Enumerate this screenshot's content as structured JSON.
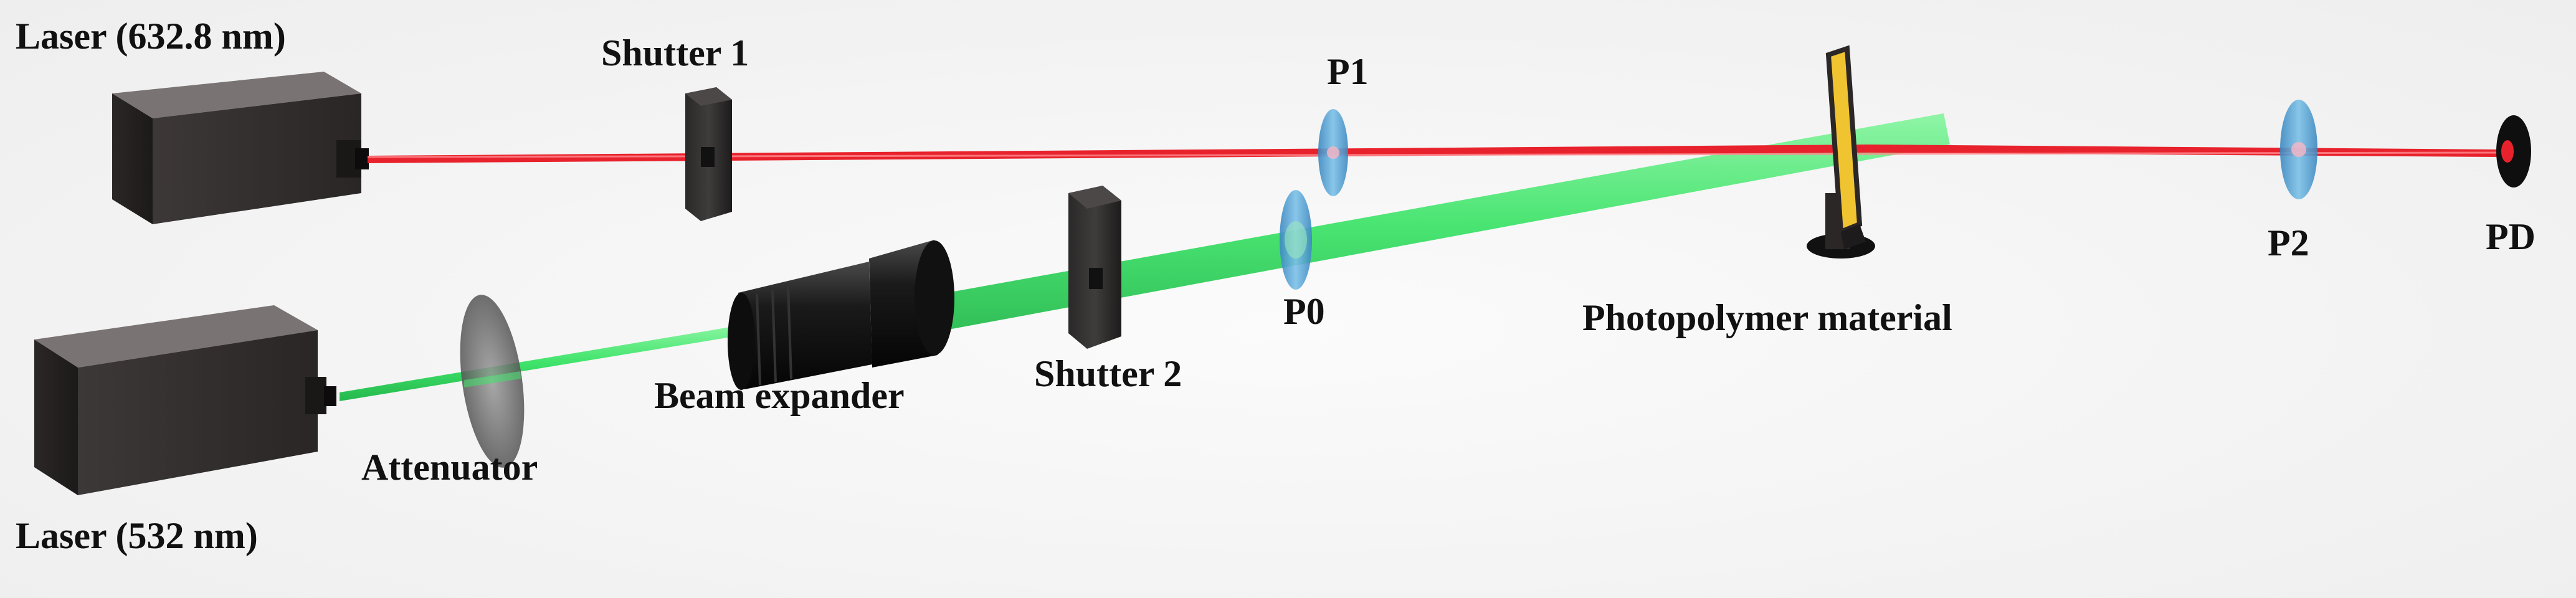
{
  "diagram": {
    "labels": {
      "laser_red": "Laser (632.8 nm)",
      "laser_green": "Laser (532 nm)",
      "shutter1": "Shutter 1",
      "shutter2": "Shutter 2",
      "p1": "P1",
      "p0": "P0",
      "p2": "P2",
      "pd": "PD",
      "attenuator": "Attenuator",
      "beam_expander": "Beam expander",
      "photopolymer": "Photopolymer material"
    },
    "colors": {
      "red_beam": "#e8222c",
      "green_beam": "#3fe36a",
      "laser_body": "#3f3a3a",
      "lens": "#5aa8d6",
      "sample": "#f0c430",
      "dark_part": "#151515"
    }
  }
}
